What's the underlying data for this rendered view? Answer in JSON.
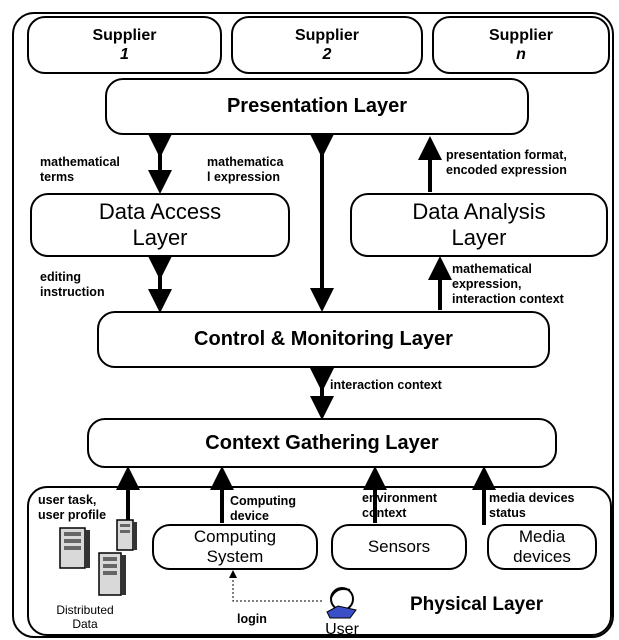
{
  "suppliers": [
    {
      "label": "Supplier",
      "index": "1"
    },
    {
      "label": "Supplier",
      "index": "2"
    },
    {
      "label": "Supplier",
      "index": "n"
    }
  ],
  "layers": {
    "presentation": "Presentation Layer",
    "data_access": [
      "Data Access",
      "Layer"
    ],
    "data_analysis": [
      "Data Analysis",
      "Layer"
    ],
    "control": "Control & Monitoring Layer",
    "context": "Context Gathering Layer",
    "physical": "Physical Layer"
  },
  "edge_labels": {
    "math_terms": [
      "mathematical",
      "terms"
    ],
    "math_expression": [
      "mathematica",
      "l expression"
    ],
    "presentation_format": [
      "presentation format,",
      "encoded expression"
    ],
    "editing": [
      "editing",
      "instruction"
    ],
    "math_interaction": [
      "mathematical",
      "expression,",
      "interaction context"
    ],
    "interaction_context": "interaction context",
    "user_task": [
      "user task,",
      "user profile"
    ],
    "computing_device": [
      "Computing",
      "device"
    ],
    "environment": [
      "environment",
      "context"
    ],
    "media_status": [
      "media devices",
      "status"
    ],
    "login": "login"
  },
  "physical": {
    "computing_system": [
      "Computing",
      "System"
    ],
    "sensors": "Sensors",
    "media_devices": [
      "Media",
      "devices"
    ],
    "distributed_data": [
      "Distributed",
      "Data"
    ],
    "user": "User"
  }
}
